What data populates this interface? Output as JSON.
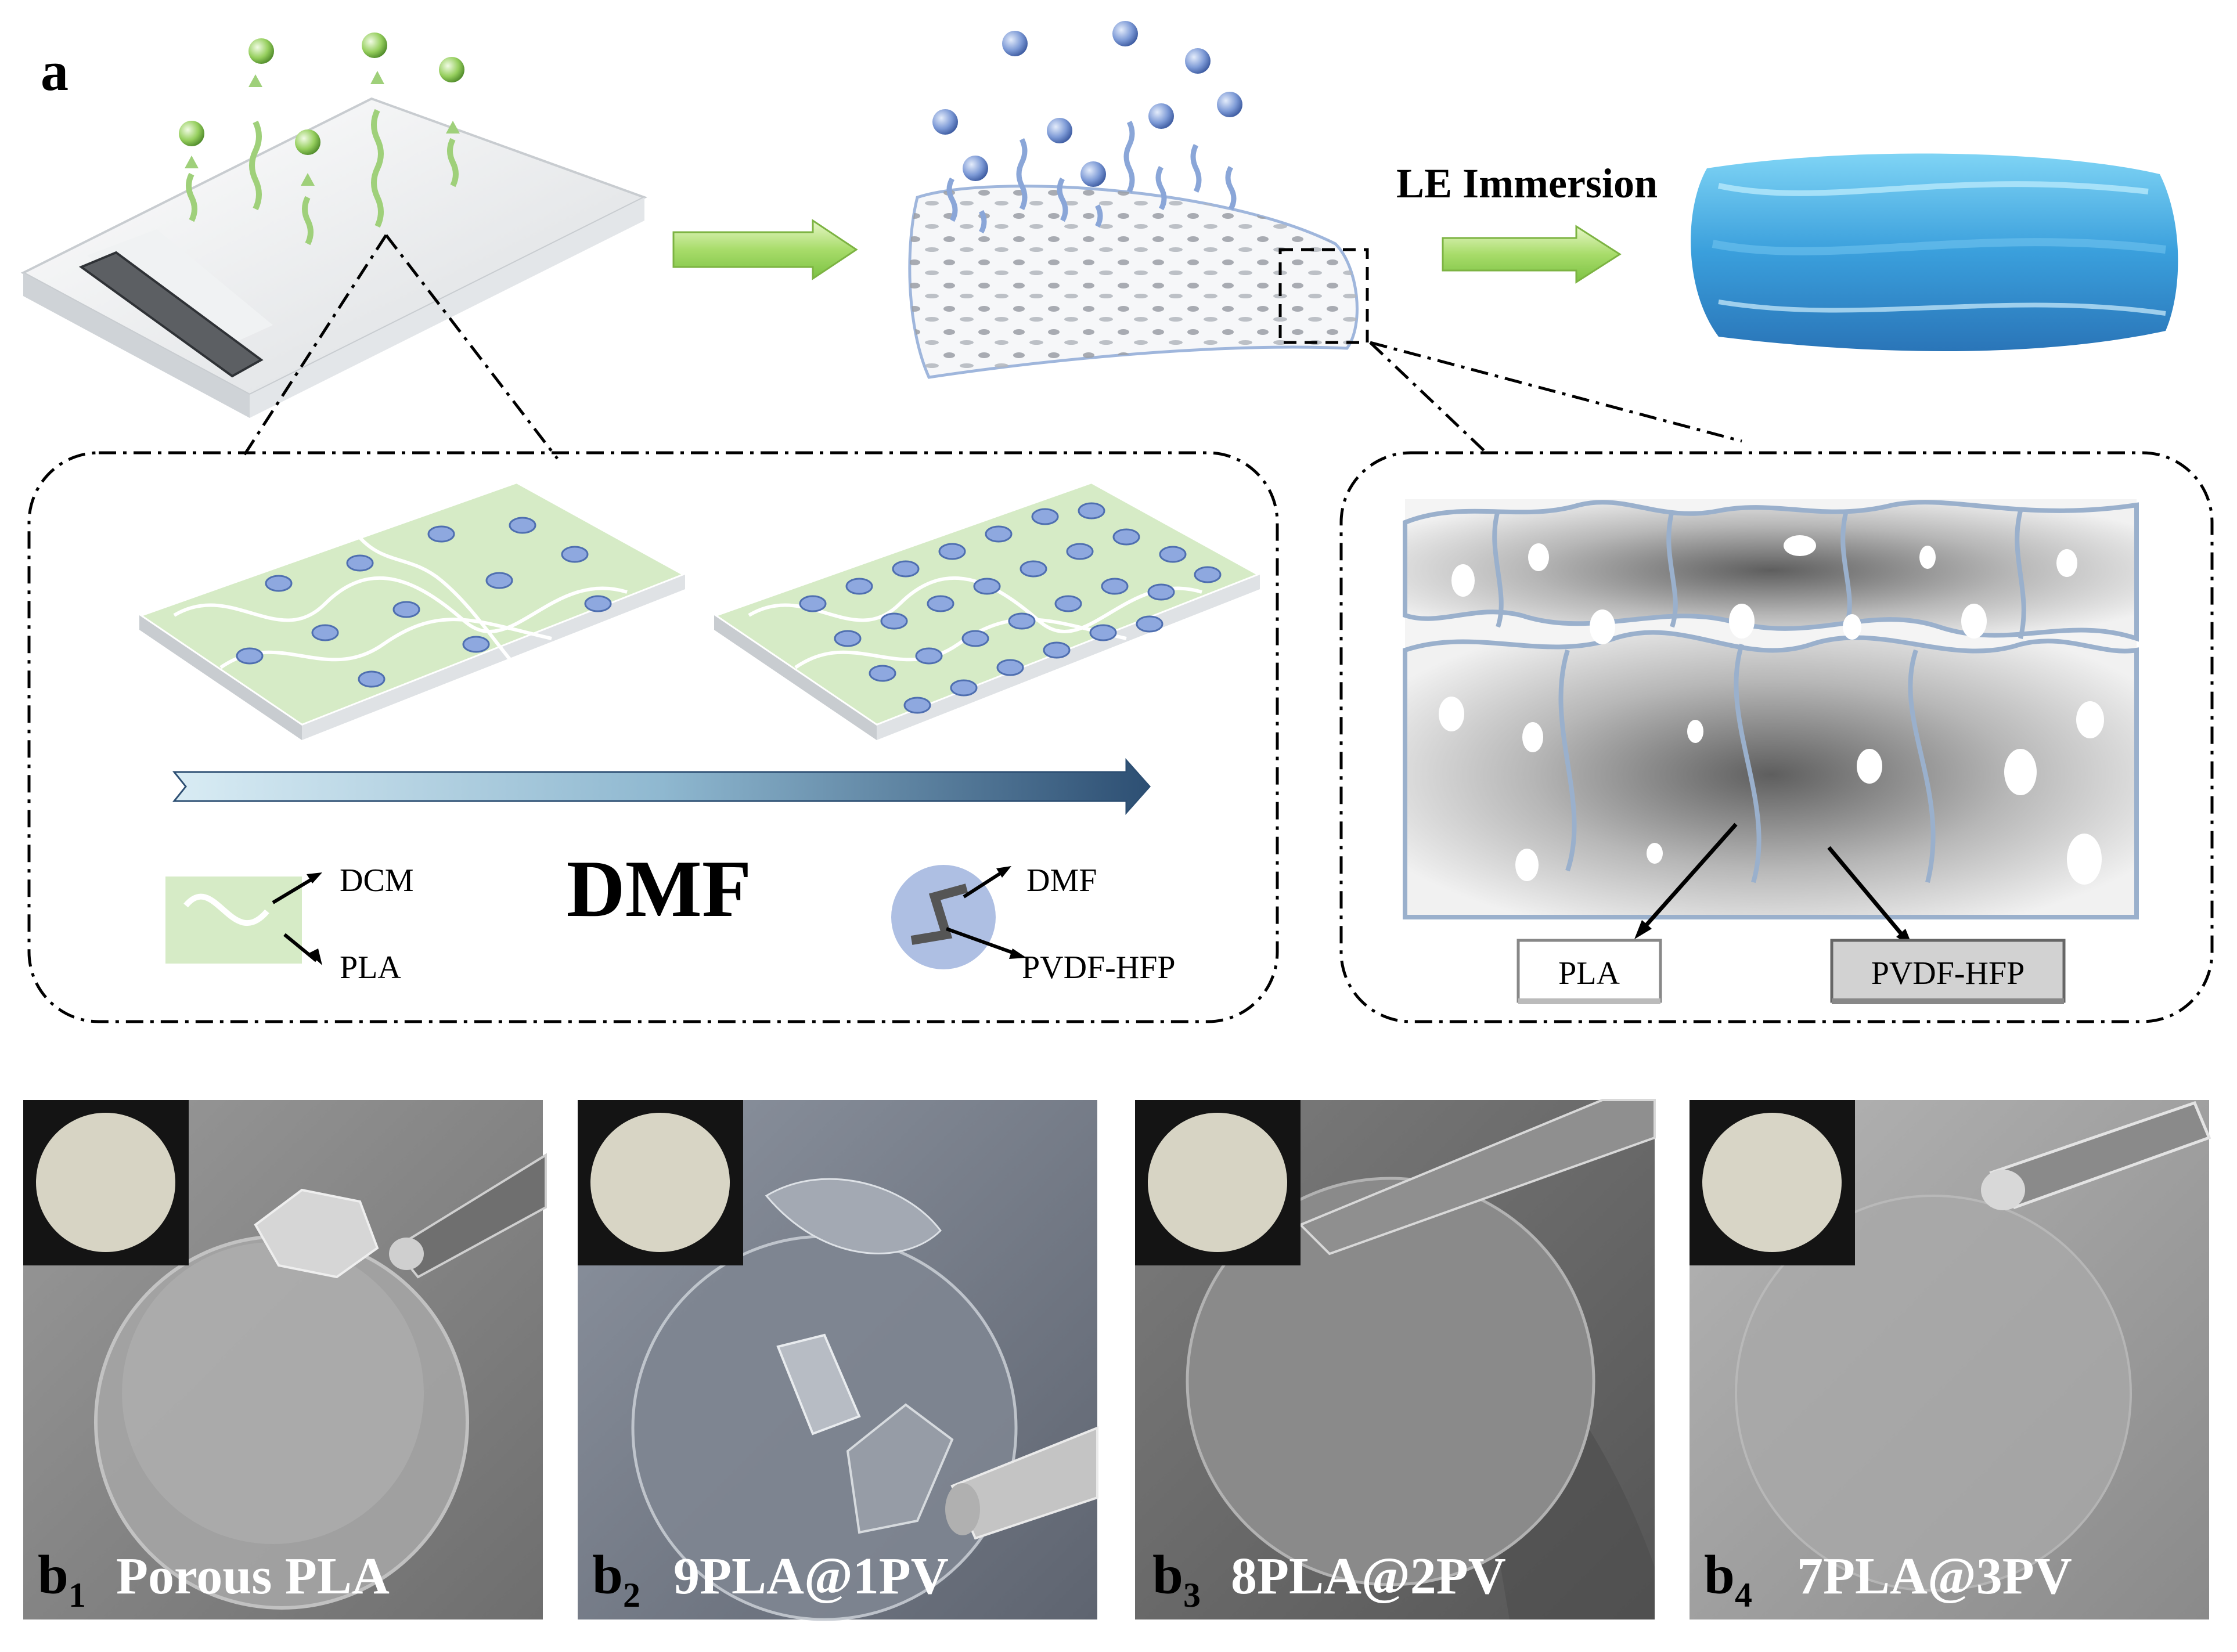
{
  "panel_a": {
    "letter": "a",
    "process_label": "LE Immersion",
    "solvent_label": "DMF",
    "legend_left": {
      "top": "DCM",
      "bottom": "PLA"
    },
    "legend_right": {
      "top": "DMF",
      "bottom": "PVDF-HFP"
    },
    "structure_labels": {
      "left": "PLA",
      "right": "PVDF-HFP"
    }
  },
  "panel_b": [
    {
      "letter": "b",
      "subscript": "1",
      "title": "Porous PLA"
    },
    {
      "letter": "b",
      "subscript": "2",
      "title": "9PLA@1PV"
    },
    {
      "letter": "b",
      "subscript": "3",
      "title": "8PLA@2PV"
    },
    {
      "letter": "b",
      "subscript": "4",
      "title": "7PLA@3PV"
    }
  ],
  "colors": {
    "green_particle": "#8bc34a",
    "blue_particle": "#6f8fd0",
    "film_green": "#d6ebc6",
    "droplet_blue": "#8ea8df",
    "electrolyte_blue": "#3b9fd8",
    "dmf_arrow": "#34567a"
  }
}
